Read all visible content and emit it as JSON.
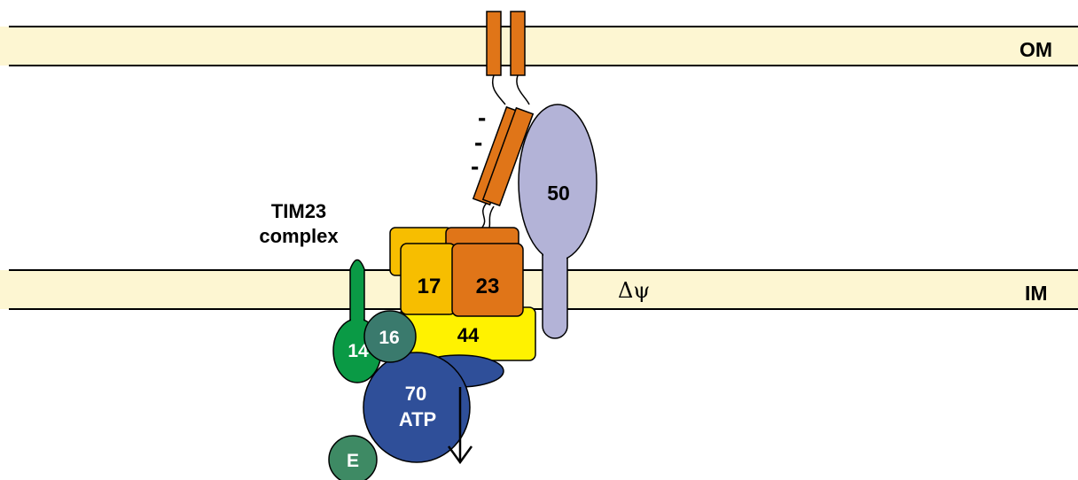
{
  "labels": {
    "outer_membrane": "OM",
    "inner_membrane": "IM",
    "complex_line1": "TIM23",
    "complex_line2": "complex",
    "membrane_potential": "Δψ",
    "charges": [
      "-",
      "-",
      "-"
    ]
  },
  "proteins": {
    "tim50": "50",
    "tim17": "17",
    "tim23": "23",
    "tim44": "44",
    "tim14": "14",
    "tim16": "16",
    "hsp70_line1": "70",
    "hsp70_line2": "ATP",
    "mge1": "E"
  },
  "colors": {
    "membrane": "#fdf6d2",
    "tim23_orange": "#e07518",
    "tim17_gold": "#f7be00",
    "tim44_yellow": "#fff200",
    "tim50_lavender": "#b3b3d7",
    "tim14_green": "#0a9a45",
    "tim16_teal": "#3a7a6d",
    "hsp70_blue": "#2f4f99",
    "mge1_green": "#3e8a64"
  }
}
